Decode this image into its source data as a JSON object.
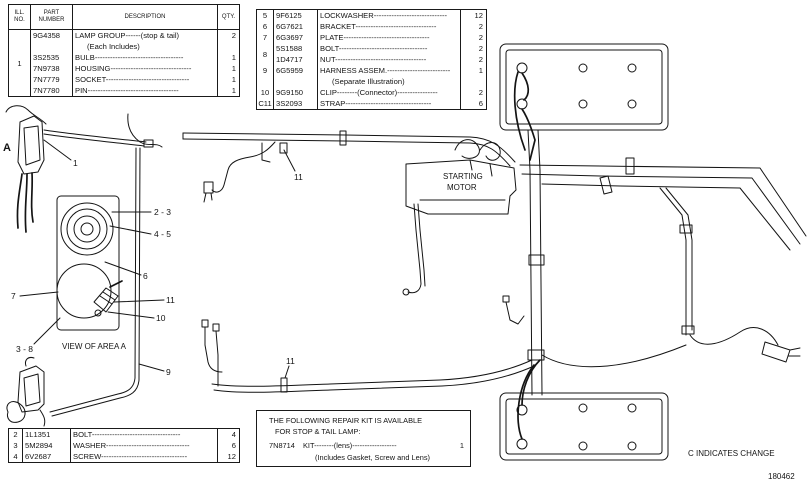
{
  "illustration": {
    "area_label": "A",
    "starting_motor": {
      "line1": "STARTING",
      "line2": "MOTOR"
    },
    "view_label": "VIEW OF AREA A",
    "change_note": "C INDICATES CHANGE",
    "illustration_number": "180462",
    "callouts": [
      "1",
      "2 - 3",
      "4 - 5",
      "6",
      "7",
      "11",
      "10",
      "3 - 8",
      "9",
      "11",
      "11"
    ]
  },
  "parts_list_1": {
    "headers": {
      "ill_no": "ILL. NO.",
      "part_number": "PART NUMBER",
      "description": "DESCRIPTION",
      "qty": "QTY."
    },
    "rows": [
      {
        "ill": "1",
        "part": "9G4358",
        "desc": "LAMP GROUP------(stop & tail)",
        "qty": "2"
      },
      {
        "desc": "(Each Includes)"
      },
      {
        "part": "3S2535",
        "desc": "BULB-----------------------------------",
        "qty": "1"
      },
      {
        "part": "7N9738",
        "desc": "HOUSING--------------------------------",
        "qty": "1"
      },
      {
        "part": "7N7779",
        "desc": "SOCKET---------------------------------",
        "qty": "1"
      },
      {
        "part": "7N7780",
        "desc": "PIN------------------------------------",
        "qty": "1"
      }
    ]
  },
  "parts_list_2": {
    "rows": [
      {
        "ill": "5",
        "part": "9F6125",
        "desc": "LOCKWASHER-----------------------------",
        "qty": "12"
      },
      {
        "ill": "6",
        "part": "6G7621",
        "desc": "BRACKET--------------------------------",
        "qty": "2"
      },
      {
        "ill": "7",
        "part": "6G3697",
        "desc": "PLATE----------------------------------",
        "qty": "2"
      },
      {
        "ill": "8",
        "part": "5S1588",
        "desc": "BOLT-----------------------------------",
        "qty": "2"
      },
      {
        "part": "1D4717",
        "desc": "NUT------------------------------------",
        "qty": "2"
      },
      {
        "ill": "9",
        "part": "6G5959",
        "desc": "HARNESS ASSEM.-------------------------",
        "qty": "1"
      },
      {
        "desc": "(Separate Illustration)"
      },
      {
        "ill": "10",
        "part": "9G9150",
        "desc": "CLIP--------(Connector)----------------",
        "qty": "2"
      },
      {
        "change": "C",
        "ill": "11",
        "part": "3S2093",
        "desc": "STRAP----------------------------------",
        "qty": "6"
      }
    ]
  },
  "parts_list_3": {
    "rows": [
      {
        "ill": "2",
        "part": "1L1351",
        "desc": "BOLT-----------------------------------",
        "qty": "4"
      },
      {
        "ill": "3",
        "part": "5M2894",
        "desc": "WASHER---------------------------------",
        "qty": "6"
      },
      {
        "ill": "4",
        "part": "6V2687",
        "desc": "SCREW----------------------------------",
        "qty": "12"
      }
    ]
  },
  "repair_kit": {
    "line1": "THE FOLLOWING REPAIR KIT IS AVAILABLE",
    "line2": "FOR STOP & TAIL LAMP:",
    "part": "7N8714",
    "desc": "KIT--------(lens)------------------",
    "qty": "1",
    "includes": "(Includes Gasket, Screw and Lens)"
  }
}
